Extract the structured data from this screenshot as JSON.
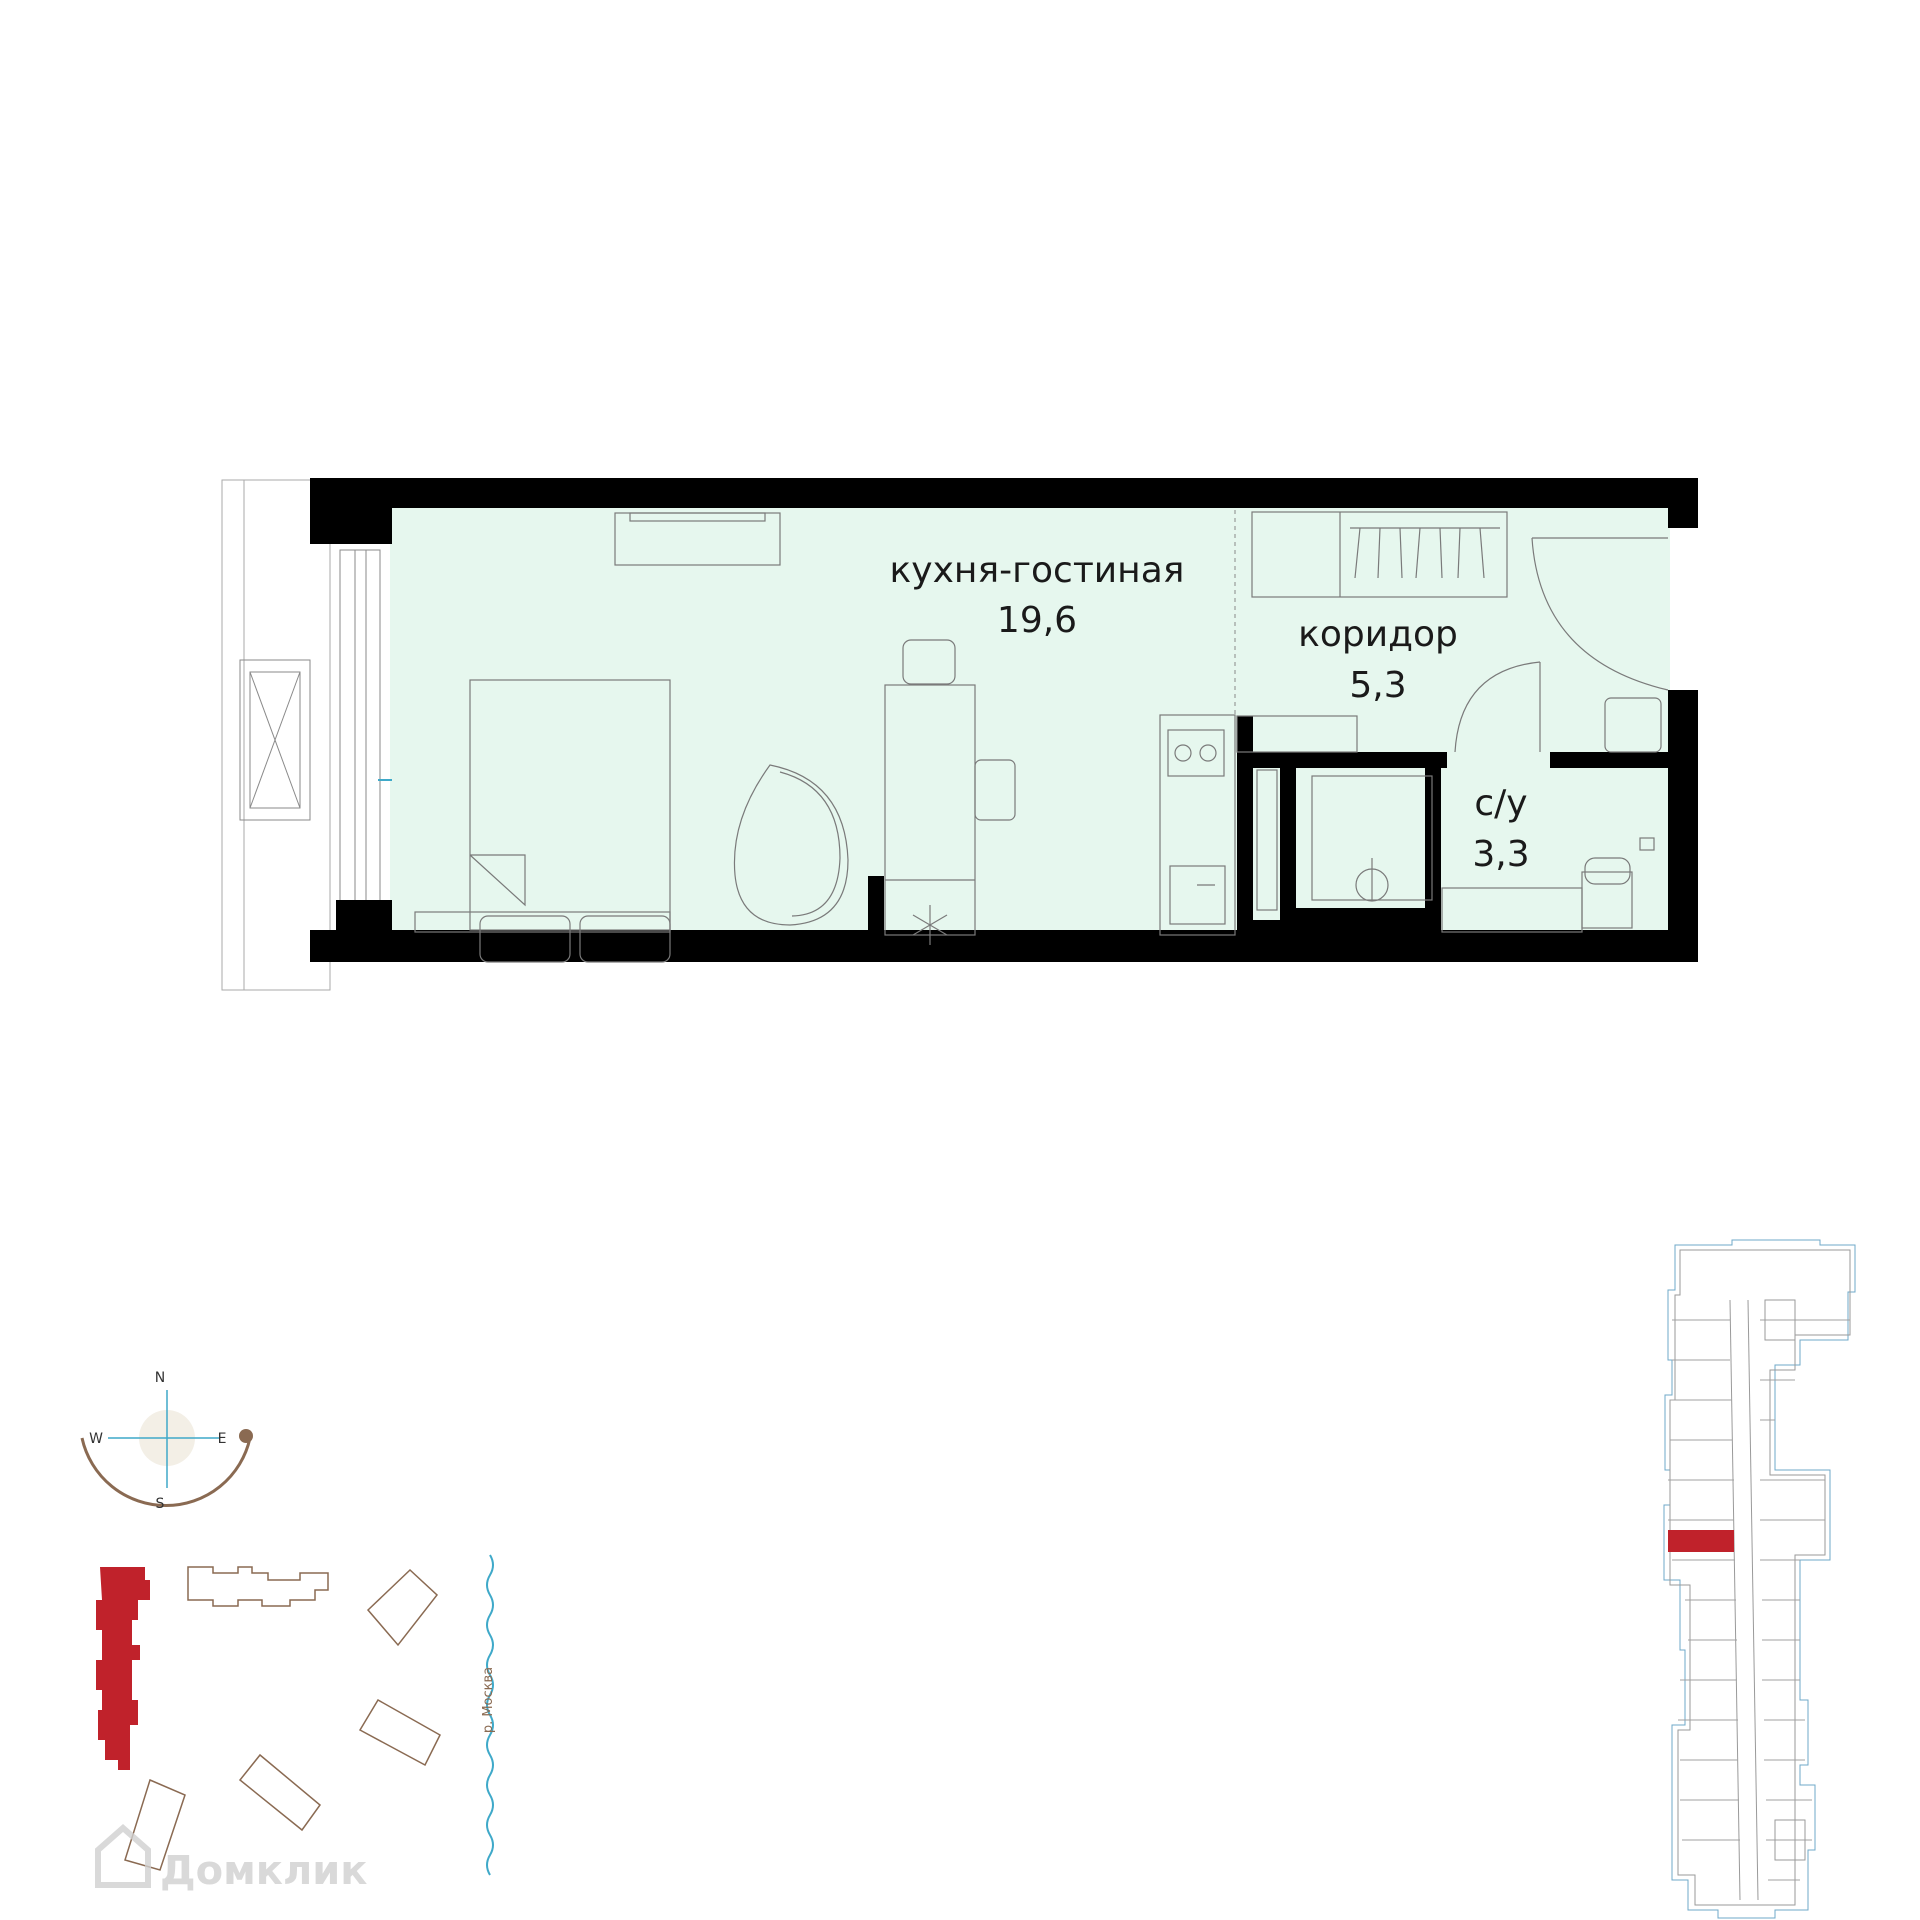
{
  "rooms": [
    {
      "name": "кухня-гостиная",
      "area": "19,6"
    },
    {
      "name": "коридор",
      "area": "5,3"
    },
    {
      "name": "с/у",
      "area": "3,3"
    }
  ],
  "compass": {
    "north": "N",
    "south": "S",
    "east": "E",
    "west": "W"
  },
  "site_map": {
    "river_label": "р. Москва"
  },
  "watermark": {
    "text": "Домклик"
  },
  "colors": {
    "floor_fill": "#e6f7ee",
    "wall": "#000000",
    "highlight_building": "#c0222b",
    "river": "#3fa9c9",
    "accent_brown": "#8a6a52"
  }
}
